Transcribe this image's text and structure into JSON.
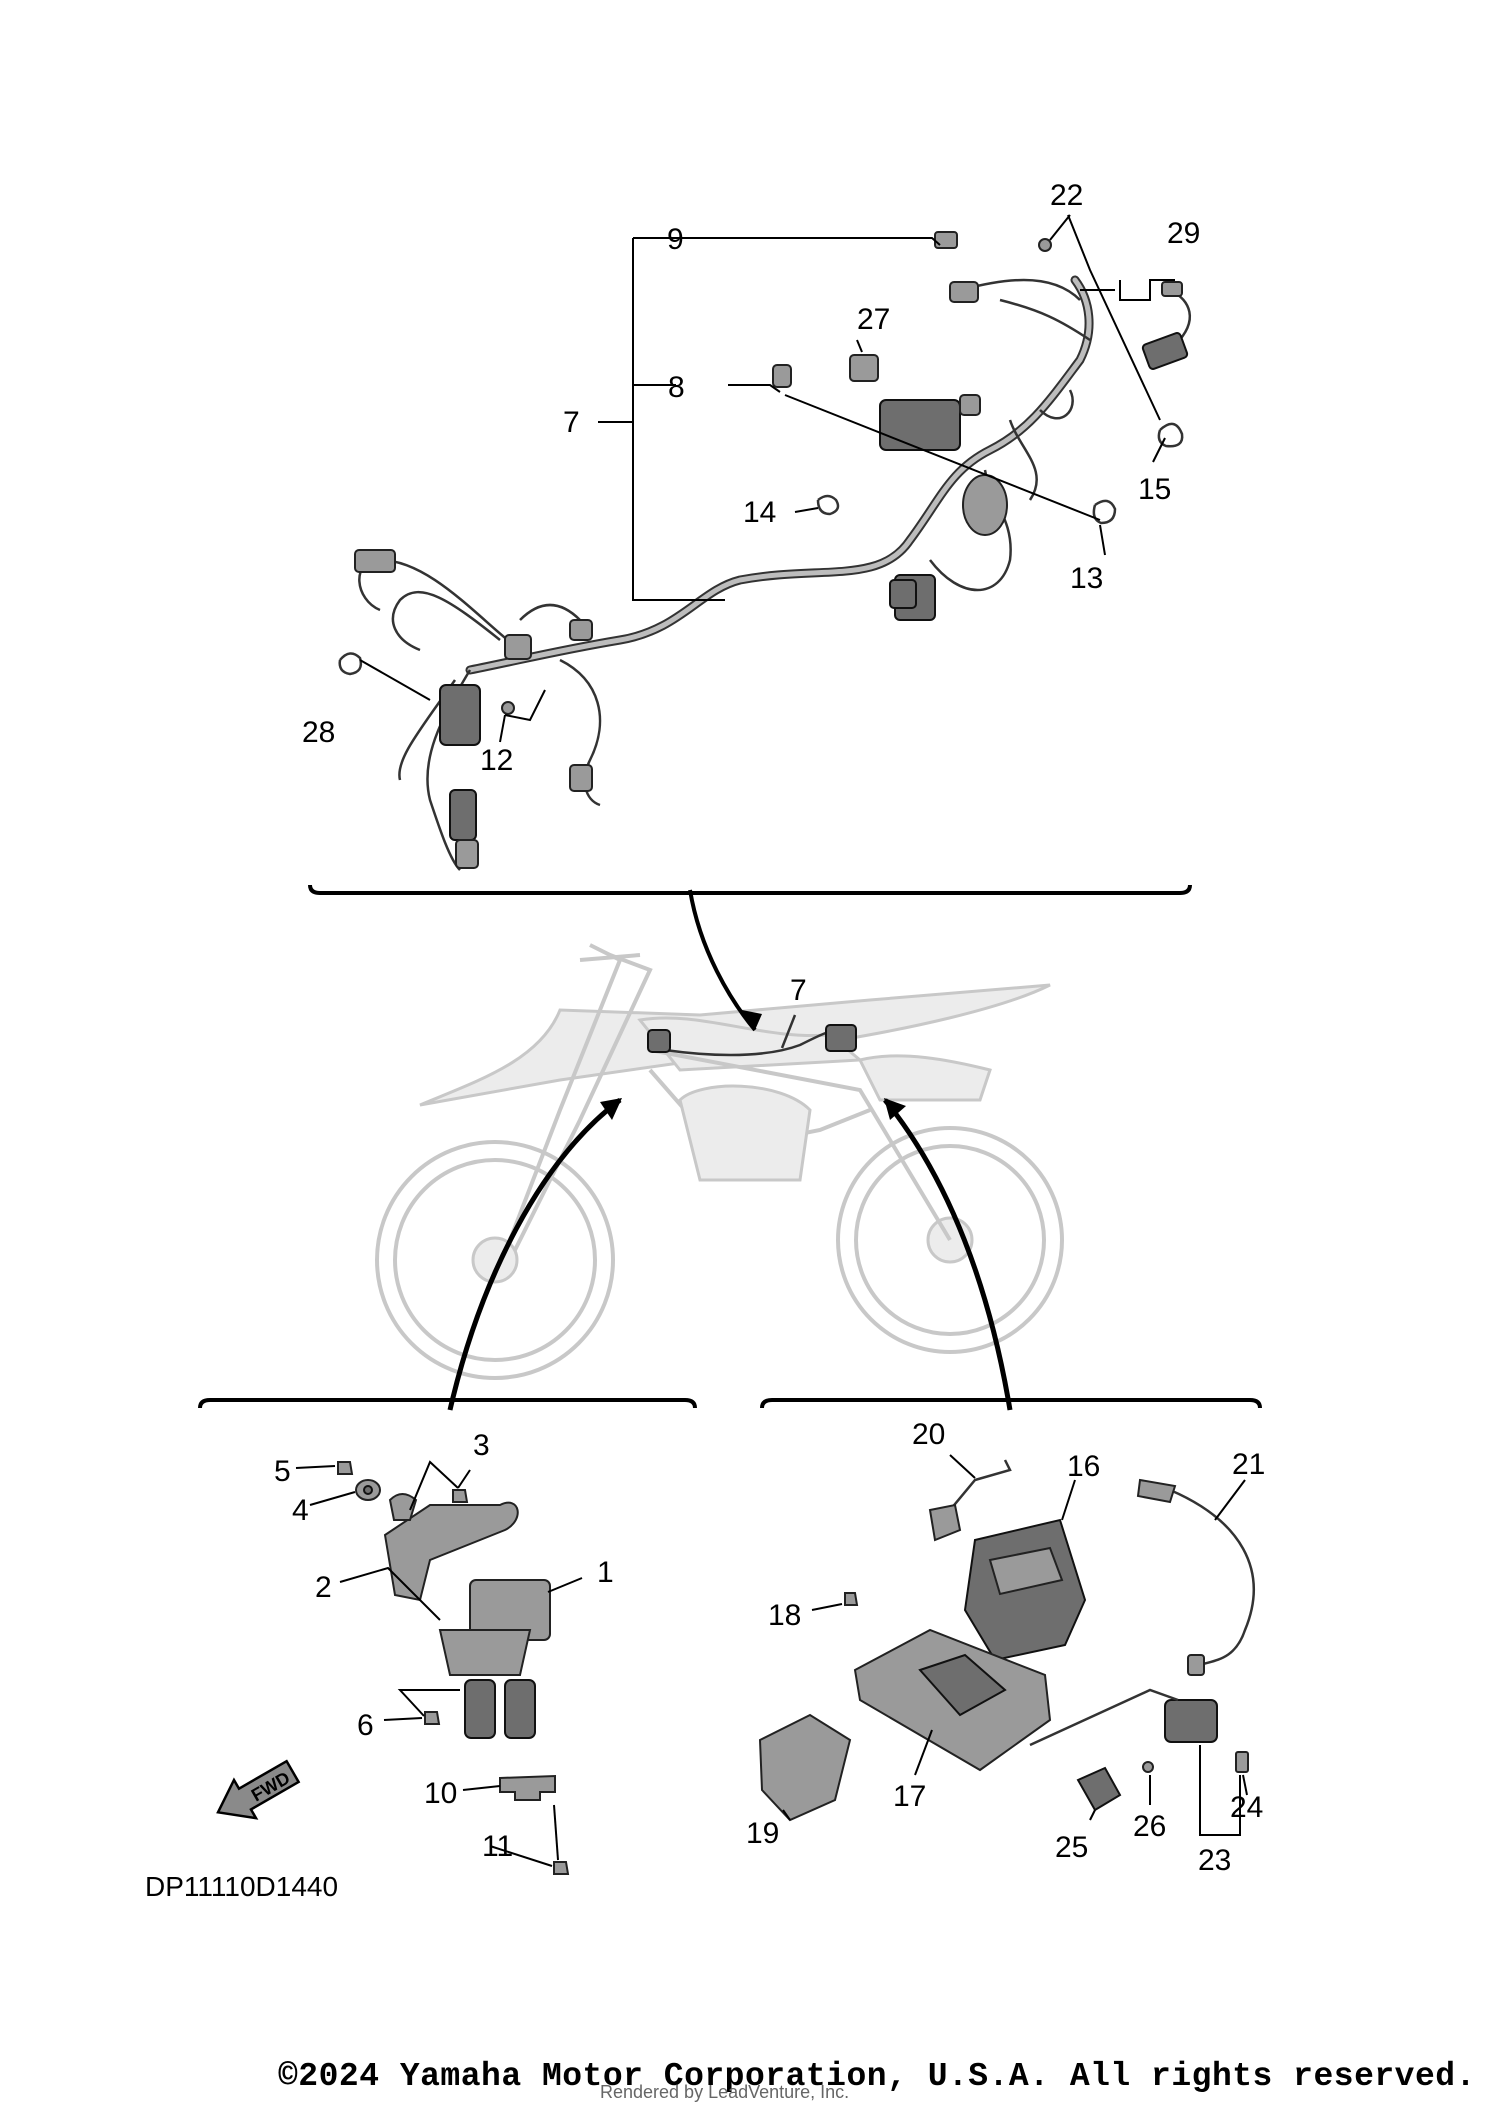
{
  "diagram_code": "DP11110D1440",
  "fwd_label": "FWD",
  "copyright": "©2024 Yamaha Motor Corporation, U.S.A. All rights reserved.",
  "rendered_by": "Rendered by LeadVenture, Inc.",
  "callouts": {
    "c1": "1",
    "c2": "2",
    "c3": "3",
    "c4": "4",
    "c5": "5",
    "c6": "6",
    "c7": "7",
    "c7b": "7",
    "c8": "8",
    "c9": "9",
    "c10": "10",
    "c11": "11",
    "c12": "12",
    "c13": "13",
    "c14": "14",
    "c15": "15",
    "c16": "16",
    "c17": "17",
    "c18": "18",
    "c19": "19",
    "c20": "20",
    "c21": "21",
    "c22": "22",
    "c23": "23",
    "c24": "24",
    "c25": "25",
    "c26": "26",
    "c27": "27",
    "c28": "28",
    "c29": "29"
  }
}
